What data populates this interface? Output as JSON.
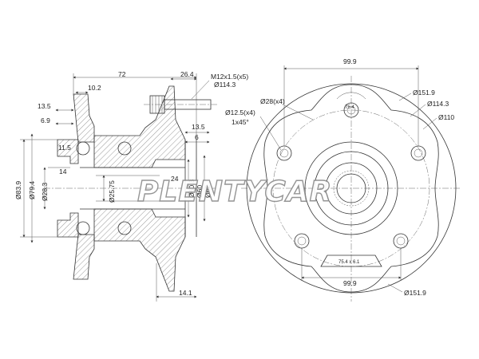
{
  "watermark": "PLENTYCAR",
  "side_view": {
    "dims": {
      "width_overall": "72",
      "width_flange": "26.4",
      "bolt_thread": "M12x1.5(x5)",
      "bolt_pcd": "Ø114.3",
      "offset_10_2": "10.2",
      "offset_13_5_left": "13.5",
      "offset_6_9": "6.9",
      "offset_13_5_right": "13.5",
      "offset_6": "6",
      "inner_11_5": "11.5",
      "inner_14": "14",
      "inner_24": "24",
      "dia_83_9": "Ø83.9",
      "dia_79_4": "Ø79.4",
      "dia_28_3": "Ø28.3",
      "dia_25_75": "Ø25.75",
      "dia_60_3": "Ø60.3",
      "dia_60": "Ø60",
      "dia_62": "Ø62",
      "base_14_1": "14.1"
    }
  },
  "front_view": {
    "dims": {
      "top_99_9": "99.9",
      "dia_28_x4": "Ø28(x4)",
      "dia_12_5_x4": "Ø12.5(x4)",
      "chamfer": "1x45°",
      "angle_75_4": "75.4",
      "dia_151_9_top": "Ø151.9",
      "dia_114_3": "Ø114.3",
      "dia_110": "Ø110",
      "bottom_99_9": "99.9",
      "dia_151_9_bottom": "Ø151.9",
      "small_label": "75.4 x 6.1"
    }
  }
}
